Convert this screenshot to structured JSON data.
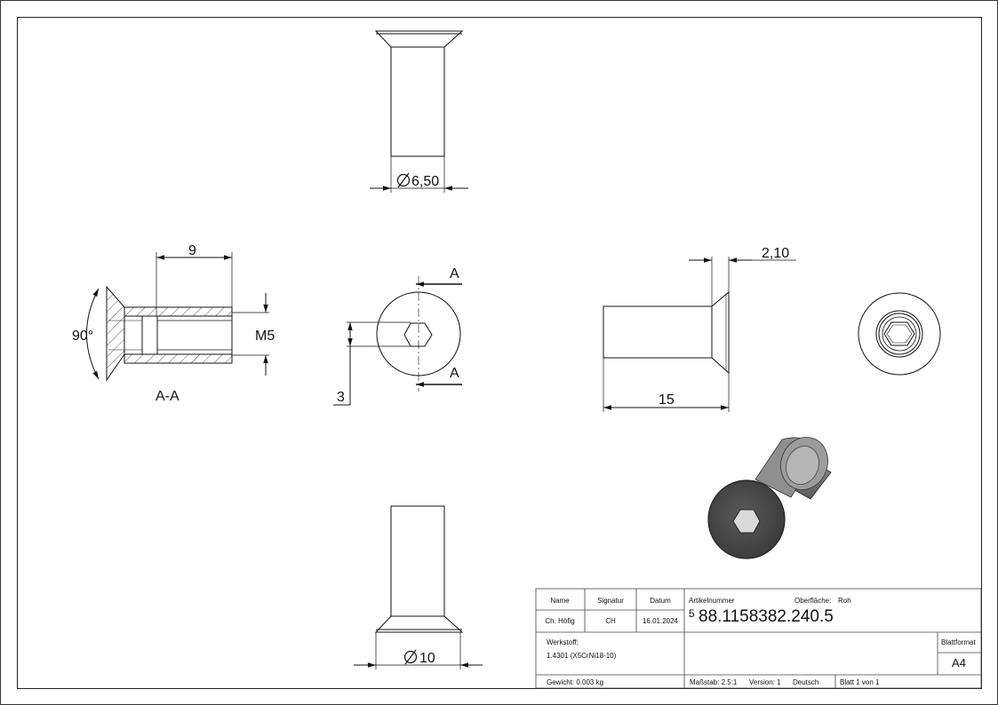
{
  "views": {
    "top_diameter": "6,50",
    "bottom_diameter": "10",
    "section_length": "9",
    "section_angle": "90°",
    "section_thread": "M5",
    "section_label": "A-A",
    "cut_marker_top": "A",
    "cut_marker_bottom": "A",
    "hex_size": "3",
    "head_height": "2,10",
    "overall_length": "15"
  },
  "title_block": {
    "headers": {
      "name": "Name",
      "signature": "Signatur",
      "date": "Datum"
    },
    "row": {
      "name": "Ch. Höfig",
      "signature": "CH",
      "date": "16.01.2024"
    },
    "article_label": "Artikelnummer",
    "surface_label": "Oberfläche:",
    "surface_value": "Roh",
    "revision": "5",
    "article_number": "88.1158382.240.5",
    "material_label": "Werkstoff:",
    "material_value": "1.4301 (X5CrNi18-10)",
    "format_label": "Blattformat",
    "format_value": "A4",
    "weight": "Gewicht: 0.003 kg",
    "scale": "Maßstab: 2.5:1",
    "version": "Version: 1",
    "language": "Deutsch",
    "sheet": "Blatt 1 von 1"
  }
}
